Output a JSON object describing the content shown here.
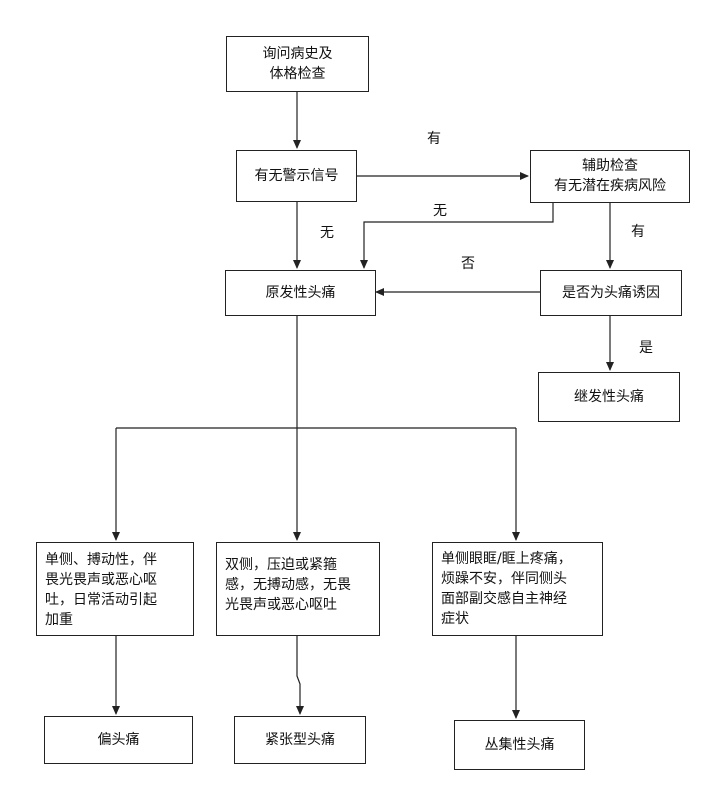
{
  "nodes": {
    "history": [
      "询问病史及",
      "体格检查"
    ],
    "warning": "有无警示信号",
    "auxiliary": [
      "辅助检查",
      "有无潜在疾病风险"
    ],
    "primary": "原发性头痛",
    "cause": "是否为头痛诱因",
    "secondary": "继发性头痛",
    "migraine_desc": [
      "单侧、搏动性，伴",
      "畏光畏声或恶心呕",
      "吐，日常活动引起",
      "加重"
    ],
    "tension_desc": [
      "双侧，压迫或紧箍",
      "感，无搏动感，无畏",
      "光畏声或恶心呕吐"
    ],
    "cluster_desc": [
      "单侧眼眶/眶上疼痛，",
      "烦躁不安，伴同侧头",
      "面部副交感自主神经",
      "症状"
    ],
    "migraine": "偏头痛",
    "tension": "紧张型头痛",
    "cluster": "丛集性头痛"
  },
  "labels": {
    "yes_have_top": "有",
    "none_mid": "无",
    "none_left": "无",
    "yes_have_right": "有",
    "no": "否",
    "yes": "是"
  }
}
